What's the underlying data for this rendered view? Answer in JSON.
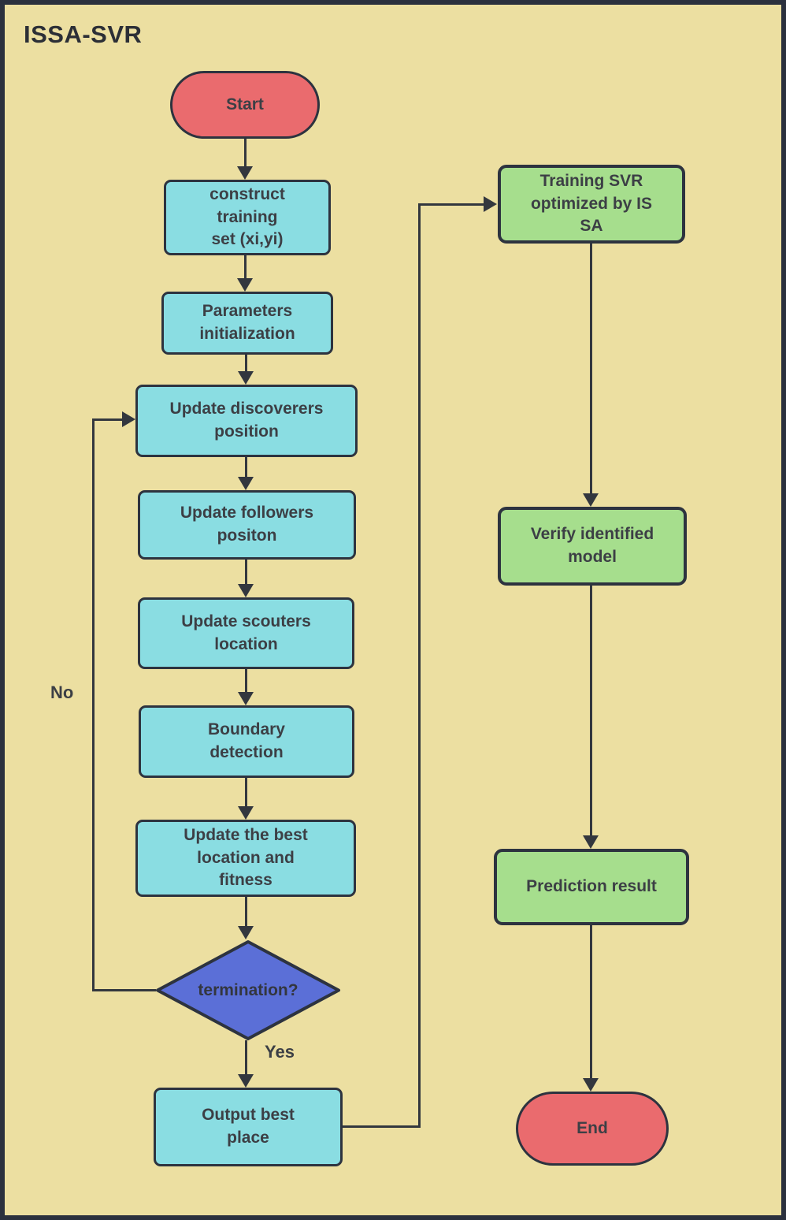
{
  "title": "ISSA-SVR",
  "nodes": {
    "start": {
      "label": "Start"
    },
    "construct": {
      "label": "construct\ntraining\nset (xi,yi)"
    },
    "params": {
      "label": "Parameters\ninitialization"
    },
    "discoverers": {
      "label": "Update discoverers\nposition"
    },
    "followers": {
      "label": "Update followers\npositon"
    },
    "scouters": {
      "label": "Update scouters\nlocation"
    },
    "boundary": {
      "label": "Boundary\ndetection"
    },
    "bestloc": {
      "label": "Update the best\nlocation and\nfitness"
    },
    "termination": {
      "label": "termination?"
    },
    "output": {
      "label": "Output best\nplace"
    },
    "trainsvr": {
      "label": "Training SVR\noptimized by IS\nSA"
    },
    "verify": {
      "label": "Verify identified\nmodel"
    },
    "prediction": {
      "label": "Prediction result"
    },
    "end": {
      "label": "End"
    }
  },
  "edge_labels": {
    "yes": "Yes",
    "no": "No"
  },
  "colors": {
    "background": "#ecdfa1",
    "frame_border": "#2b313e",
    "process_fill": "#8adde2",
    "result_fill": "#a6de8d",
    "terminator_fill": "#ea6b6e",
    "decision_fill": "#5b6fd7",
    "line": "#33373e",
    "text": "#3c3f45"
  }
}
